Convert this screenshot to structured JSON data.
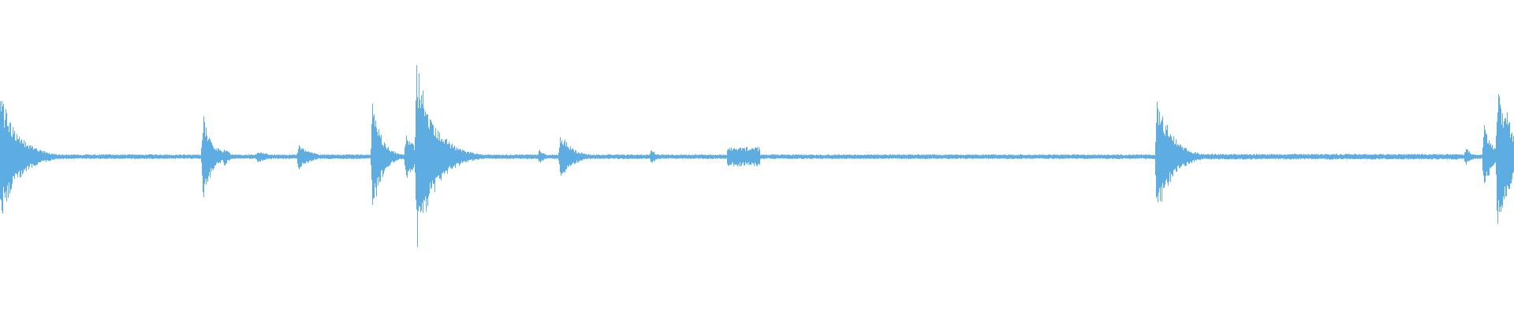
{
  "waveform": {
    "color": "#5dade2",
    "background": "#ffffff",
    "events": [
      {
        "at": 0.0,
        "peak": 0.68,
        "decay": 0.012
      },
      {
        "at": 0.134,
        "peak": 0.47,
        "decay": 0.006
      },
      {
        "at": 0.148,
        "peak": 0.1,
        "decay": 0.004
      },
      {
        "at": 0.17,
        "peak": 0.06,
        "decay": 0.01
      },
      {
        "at": 0.197,
        "peak": 0.14,
        "decay": 0.008
      },
      {
        "at": 0.246,
        "peak": 0.63,
        "decay": 0.006
      },
      {
        "at": 0.268,
        "peak": 0.28,
        "decay": 0.006
      },
      {
        "at": 0.275,
        "peak": 1.0,
        "decay": 0.012
      },
      {
        "at": 0.285,
        "peak": 0.35,
        "decay": 0.01
      },
      {
        "at": 0.356,
        "peak": 0.08,
        "decay": 0.004
      },
      {
        "at": 0.37,
        "peak": 0.26,
        "decay": 0.008
      },
      {
        "at": 0.43,
        "peak": 0.08,
        "decay": 0.004
      },
      {
        "at": 0.485,
        "peak": 0.09,
        "decay": 0.012
      },
      {
        "at": 0.764,
        "peak": 0.66,
        "decay": 0.01
      },
      {
        "at": 0.968,
        "peak": 0.1,
        "decay": 0.004
      },
      {
        "at": 0.98,
        "peak": 0.35,
        "decay": 0.006
      },
      {
        "at": 0.989,
        "peak": 0.82,
        "decay": 0.008
      },
      {
        "at": 0.995,
        "peak": 0.5,
        "decay": 0.006
      }
    ],
    "sustained": [
      {
        "from": 0.48,
        "to": 0.502,
        "level": 0.1
      },
      {
        "from": 0.765,
        "to": 0.968,
        "level": 0.03
      }
    ],
    "noise_floor": 0.025
  }
}
